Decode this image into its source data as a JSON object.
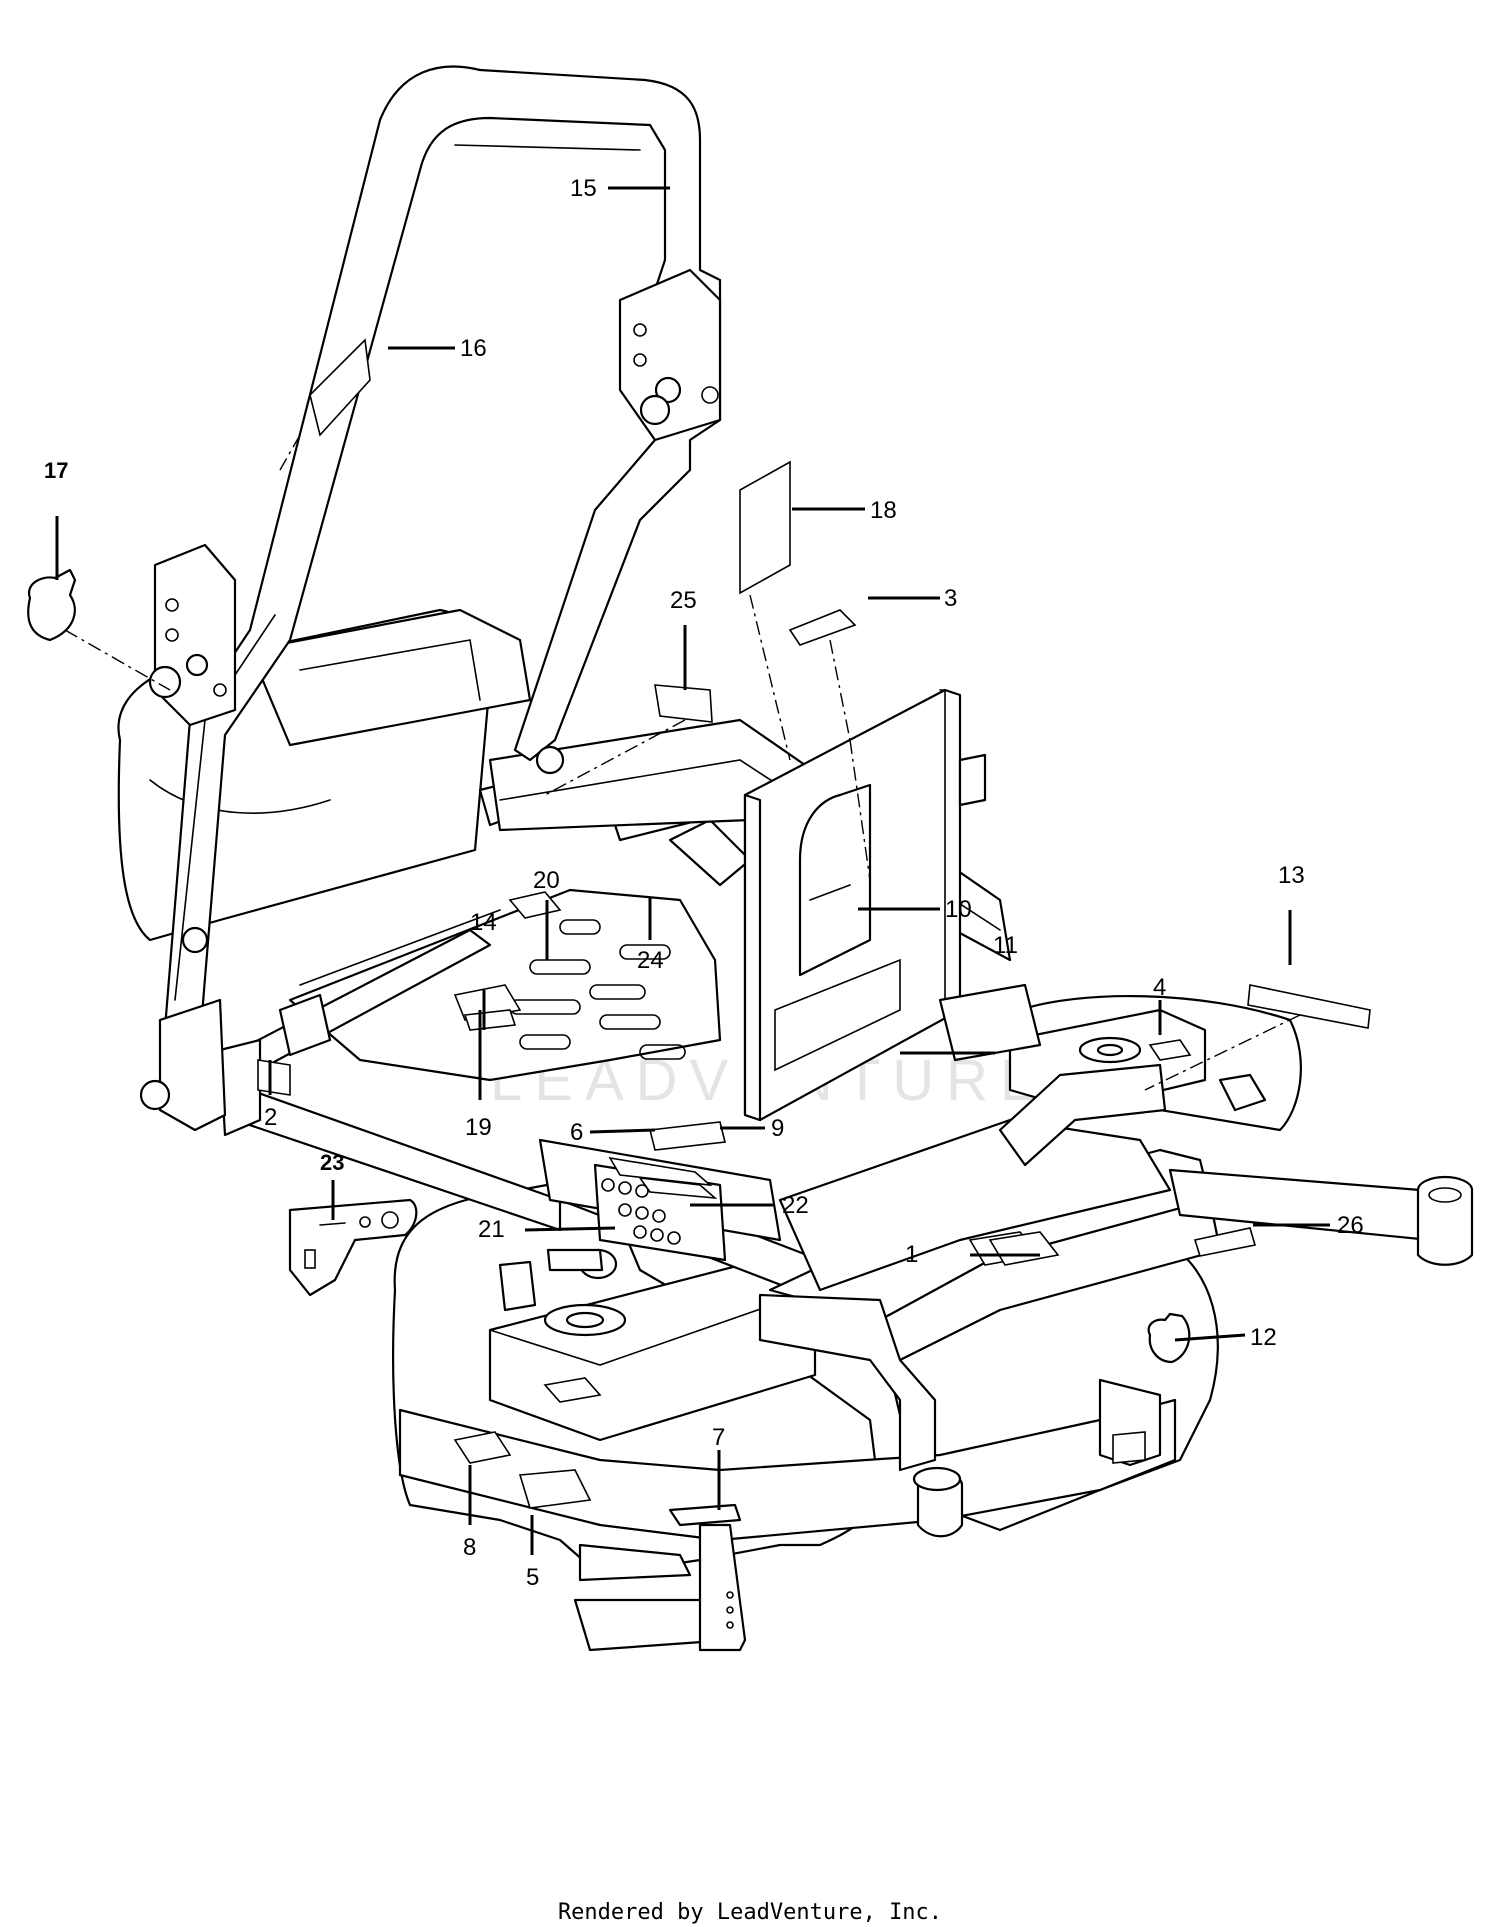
{
  "watermark": "LEADVENTURE",
  "footer": "Rendered by LeadVenture, Inc.",
  "callouts": {
    "c1": "1",
    "c2": "2",
    "c3": "3",
    "c4": "4",
    "c5": "5",
    "c6": "6",
    "c7": "7",
    "c8": "8",
    "c9": "9",
    "c10": "10",
    "c11": "11",
    "c12": "12",
    "c13": "13",
    "c14": "14",
    "c15": "15",
    "c16": "16",
    "c17": "17",
    "c18": "18",
    "c19": "19",
    "c20": "20",
    "c21": "21",
    "c22": "22",
    "c23": "23",
    "c24": "24",
    "c25": "25",
    "c26": "26"
  }
}
